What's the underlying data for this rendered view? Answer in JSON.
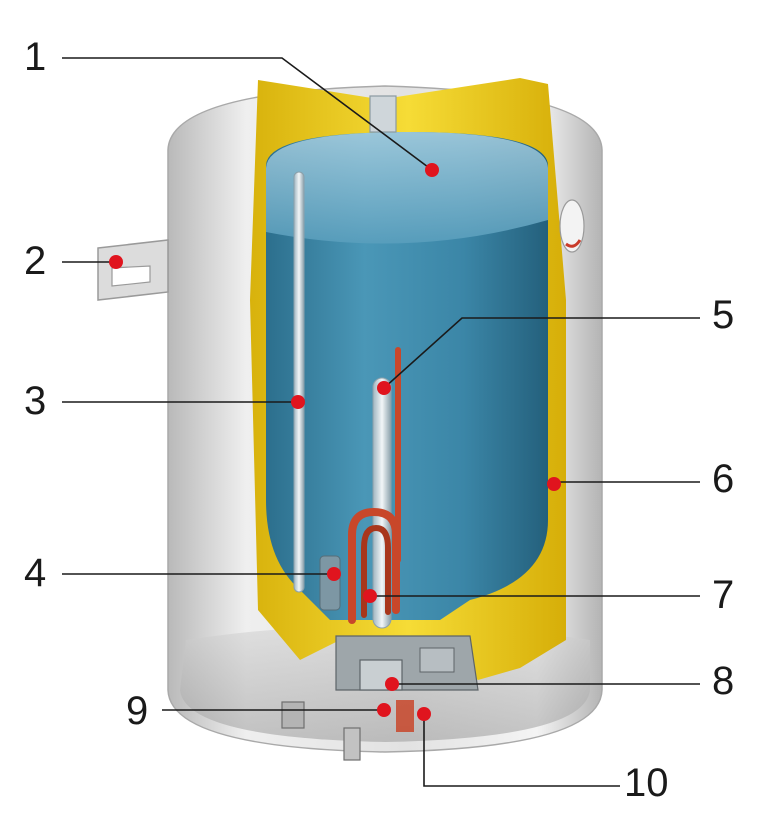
{
  "figure": {
    "colors": {
      "shell": "#e6e6e6",
      "insulation": "#f0cf1e",
      "water": "#3d87a6",
      "element": "#c8472a",
      "marker": "#e0141e",
      "line": "#1a1a1a"
    },
    "callouts": [
      {
        "id": "1",
        "label": "1"
      },
      {
        "id": "2",
        "label": "2"
      },
      {
        "id": "3",
        "label": "3"
      },
      {
        "id": "4",
        "label": "4"
      },
      {
        "id": "5",
        "label": "5"
      },
      {
        "id": "6",
        "label": "6"
      },
      {
        "id": "7",
        "label": "7"
      },
      {
        "id": "8",
        "label": "8"
      },
      {
        "id": "9",
        "label": "9"
      },
      {
        "id": "10",
        "label": "10"
      }
    ]
  }
}
